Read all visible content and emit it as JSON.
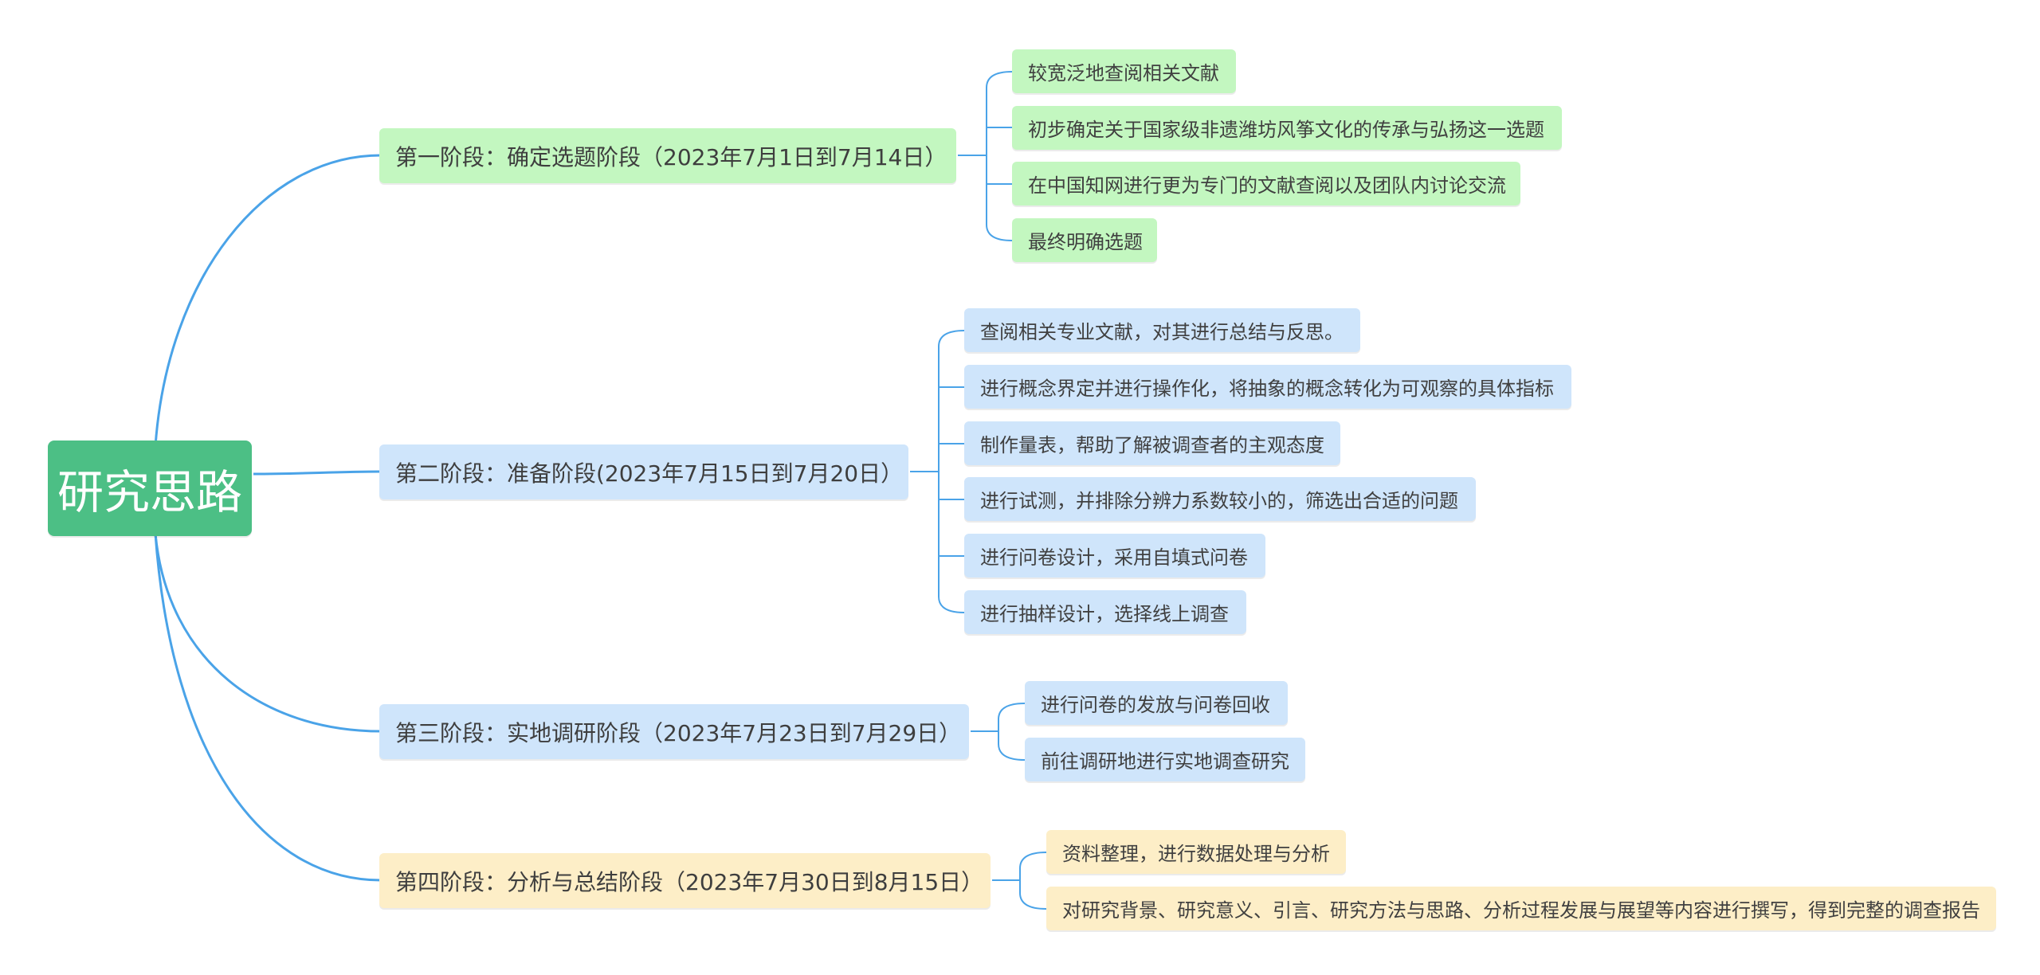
{
  "root": {
    "label": "研究思路",
    "color": "#4cbf85"
  },
  "link_color": "#4aa3e8",
  "stages": [
    {
      "label": "第一阶段：确定选题阶段（2023年7月1日到7月14日）",
      "color": "#c3f7c0",
      "items": [
        "较宽泛地查阅相关文献",
        "初步确定关于国家级非遗潍坊风筝文化的传承与弘扬这一选题",
        "在中国知网进行更为专门的文献查阅以及团队内讨论交流",
        "最终明确选题"
      ]
    },
    {
      "label": "第二阶段：准备阶段(2023年7月15日到7月20日）",
      "color": "#cfe5fb",
      "items": [
        "查阅相关专业文献，对其进行总结与反思。",
        "进行概念界定并进行操作化，将抽象的概念转化为可观察的具体指标",
        "制作量表，帮助了解被调查者的主观态度",
        "进行试测，并排除分辨力系数较小的，筛选出合适的问题",
        "进行问卷设计，采用自填式问卷",
        "进行抽样设计，选择线上调查"
      ]
    },
    {
      "label": "第三阶段：实地调研阶段（2023年7月23日到7月29日）",
      "color": "#cfe5fb",
      "items": [
        "进行问卷的发放与问卷回收",
        "前往调研地进行实地调查研究"
      ]
    },
    {
      "label": "第四阶段：分析与总结阶段（2023年7月30日到8月15日）",
      "color": "#fdeec7",
      "items": [
        "资料整理，进行数据处理与分析",
        "对研究背景、研究意义、引言、研究方法与思路、分析过程发展与展望等内容进行撰写，得到完整的调查报告"
      ]
    }
  ]
}
